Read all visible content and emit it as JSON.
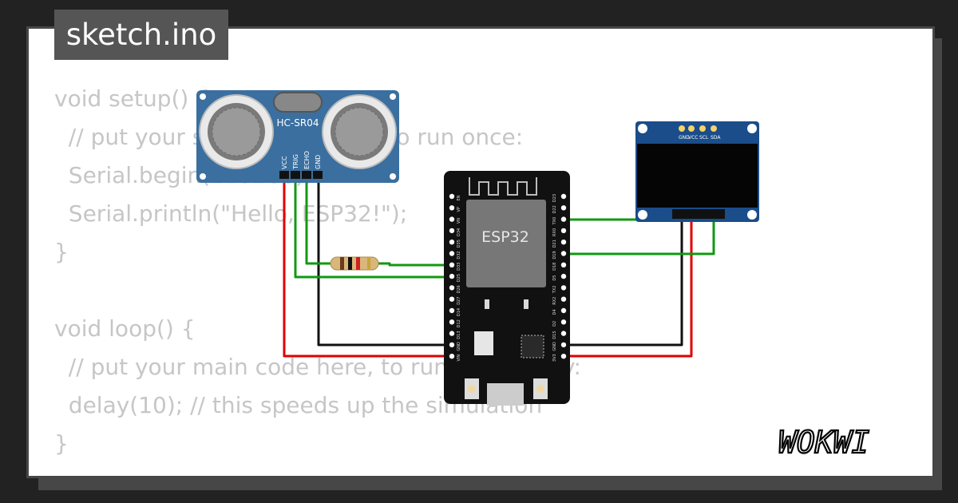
{
  "file": {
    "name": "sketch.ino"
  },
  "code": {
    "lines": [
      "void setup() {",
      "  // put your setup code here, to run once:",
      "  Serial.begin(115200);",
      "  Serial.println(\"Hello, ESP32!\");",
      "}",
      "",
      "void loop() {",
      "  // put your main code here, to run repeatedly:",
      "  delay(10); // this speeds up the simulation",
      "}"
    ]
  },
  "components": {
    "ultrasonic": {
      "model": "HC-SR04",
      "pins": [
        "VCC",
        "TRIG",
        "ECHO",
        "GND"
      ]
    },
    "esp32": {
      "label": "ESP32",
      "left_pins": [
        "EN",
        "VP",
        "VN",
        "D34",
        "D35",
        "D32",
        "D33",
        "D25",
        "D26",
        "D27",
        "D14",
        "D12",
        "D13",
        "GND",
        "VIN"
      ],
      "right_pins": [
        "D23",
        "D22",
        "TX0",
        "RX0",
        "D21",
        "D19",
        "D18",
        "D5",
        "TX2",
        "RX2",
        "D4",
        "D2",
        "D15",
        "GND",
        "3V3"
      ]
    },
    "oled": {
      "pins": [
        "GND",
        "VCC",
        "SCL",
        "SDA"
      ]
    }
  },
  "colors": {
    "wire_power": "#e00000",
    "wire_ground": "#111111",
    "wire_signal": "#119911",
    "sensor_board": "#3a6fa0",
    "esp32_board": "#111111",
    "oled_board": "#1a4d8a"
  },
  "brand": {
    "text": "WOKWI"
  }
}
